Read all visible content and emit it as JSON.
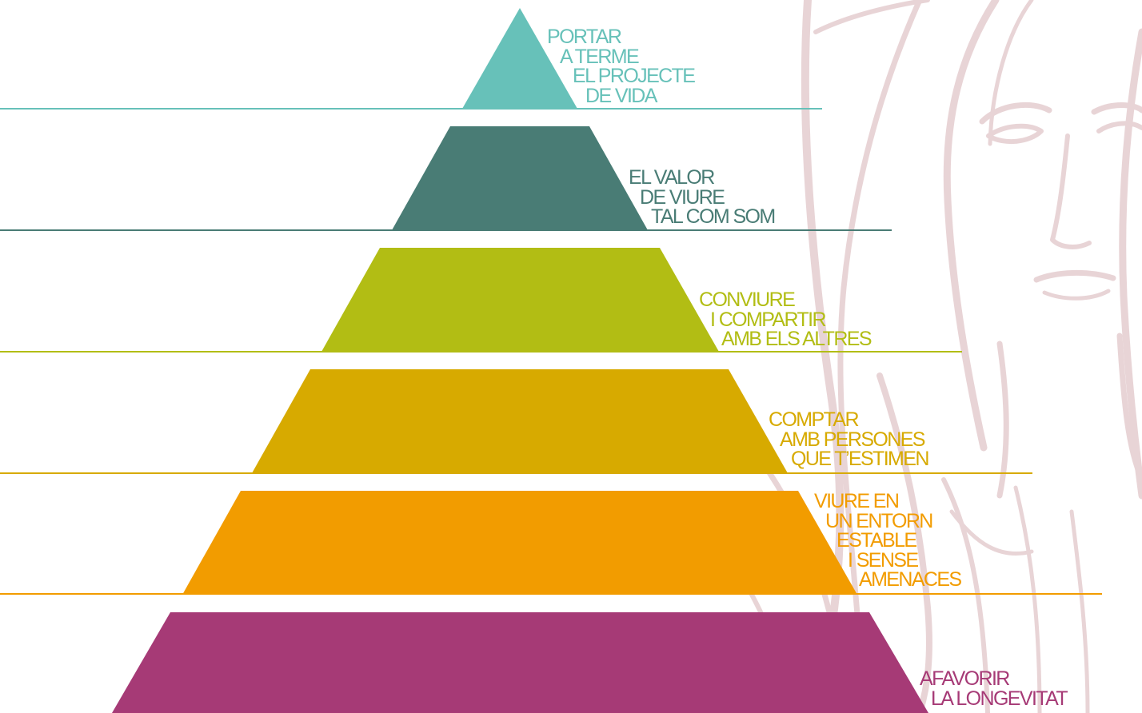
{
  "pyramid": {
    "levels": [
      {
        "id": "portar-a-terme-el-projecte-de-vida",
        "lines": [
          "PORTAR",
          "A TERME",
          "EL PROJECTE",
          "DE VIDA"
        ],
        "color": "#67c1b9"
      },
      {
        "id": "el-valor-de-viure-tal-com-som",
        "lines": [
          "EL VALOR",
          "DE VIURE",
          "TAL COM SOM"
        ],
        "color": "#497c75"
      },
      {
        "id": "conviure-i-compartir-amb-els-altres",
        "lines": [
          "CONVIURE",
          "I COMPARTIR",
          "AMB ELS ALTRES"
        ],
        "color": "#b2bd14"
      },
      {
        "id": "comptar-amb-persones-que-t-estimen",
        "lines": [
          "COMPTAR",
          "AMB PERSONES",
          "QUE T’ESTIMEN"
        ],
        "color": "#d7aa00"
      },
      {
        "id": "viure-en-un-entorn-estable-i-sense-amenaces",
        "lines": [
          "VIURE EN",
          "UN ENTORN",
          "ESTABLE",
          "I SENSE",
          "AMENACES"
        ],
        "color": "#f29c00"
      },
      {
        "id": "afavorir-la-longevitat",
        "lines": [
          "AFAVORIR",
          "LA LONGEVITAT"
        ],
        "color": "#a63a76"
      }
    ]
  },
  "background": {
    "icon": "virgin-mary-sketch",
    "color": "#c99a9f"
  }
}
